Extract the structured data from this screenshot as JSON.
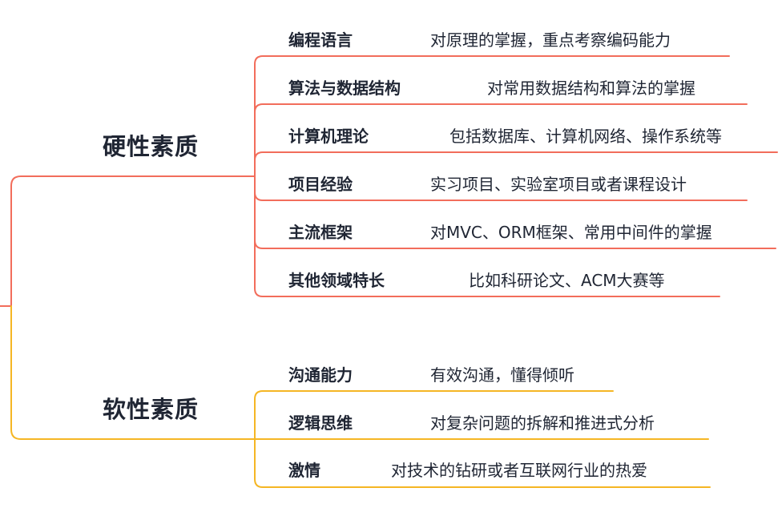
{
  "colors": {
    "hard": "#f26d5b",
    "soft": "#f5b624",
    "text": "#1f2533"
  },
  "branches": [
    {
      "label": "硬性素质",
      "items": [
        {
          "label": "编程语言",
          "desc": "对原理的掌握，重点考察编码能力"
        },
        {
          "label": "算法与数据结构",
          "desc": "对常用数据结构和算法的掌握"
        },
        {
          "label": "计算机理论",
          "desc": "包括数据库、计算机网络、操作系统等"
        },
        {
          "label": "项目经验",
          "desc": "实习项目、实验室项目或者课程设计"
        },
        {
          "label": "主流框架",
          "desc": "对MVC、ORM框架、常用中间件的掌握"
        },
        {
          "label": "其他领域特长",
          "desc": "比如科研论文、ACM大赛等"
        }
      ]
    },
    {
      "label": "软性素质",
      "items": [
        {
          "label": "沟通能力",
          "desc": "有效沟通，懂得倾听"
        },
        {
          "label": "逻辑思维",
          "desc": "对复杂问题的拆解和推进式分析"
        },
        {
          "label": "激情",
          "desc": "对技术的钻研或者互联网行业的热爱"
        }
      ]
    }
  ]
}
